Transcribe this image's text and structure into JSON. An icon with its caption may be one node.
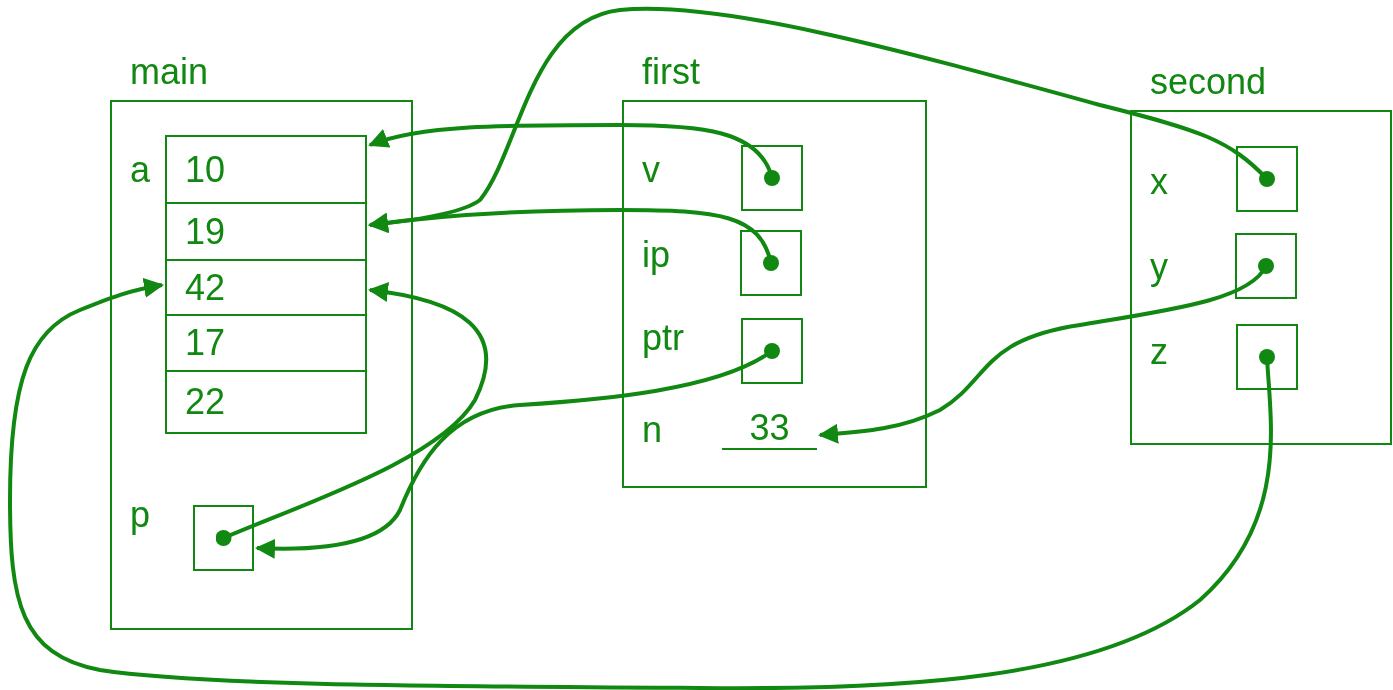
{
  "diagram": {
    "nodes": [
      {
        "text": [
          "main"
        ]
      },
      {
        "text": [
          "10"
        ],
        "in": 0,
        "beside": [
          "a"
        ]
      },
      {
        "text": [
          "19"
        ],
        "in": 0
      },
      {
        "text": [
          "42"
        ],
        "in": 0
      },
      {
        "text": [
          "17"
        ],
        "in": 0
      },
      {
        "text": [
          "22"
        ],
        "in": 0
      },
      {
        "text": [],
        "shape": "box",
        "in": 0,
        "beside": [
          "p"
        ]
      },
      {
        "text": [
          "first"
        ]
      },
      {
        "text": [],
        "shape": "box",
        "in": 7,
        "beside": [
          "v"
        ]
      },
      {
        "text": [],
        "shape": "box",
        "in": 7,
        "beside": [
          "ip"
        ]
      },
      {
        "text": [],
        "shape": "box",
        "in": 7,
        "beside": [
          "ptr"
        ]
      },
      {
        "text": [
          "33"
        ],
        "in": 7,
        "beside": [
          "n"
        ]
      },
      {
        "text": [
          "second"
        ]
      },
      {
        "text": [],
        "shape": "box",
        "in": 12,
        "beside": [
          "x"
        ]
      },
      {
        "text": [],
        "shape": "box",
        "in": 12,
        "beside": [
          "y"
        ]
      },
      {
        "text": [],
        "shape": "box",
        "in": 12,
        "beside": [
          "z"
        ]
      }
    ],
    "edges": [
      {
        "from": 8,
        "to": 1,
        "arrow": "to"
      },
      {
        "from": 9,
        "to": 2,
        "arrow": "to"
      },
      {
        "from": 13,
        "to": 2,
        "arrow": "to"
      },
      {
        "from": 6,
        "to": 3,
        "arrow": "to"
      },
      {
        "from": 10,
        "to": 6,
        "arrow": "to"
      },
      {
        "from": 14,
        "to": 11,
        "arrow": "to"
      },
      {
        "from": 15,
        "to": 3,
        "arrow": "to"
      }
    ]
  }
}
